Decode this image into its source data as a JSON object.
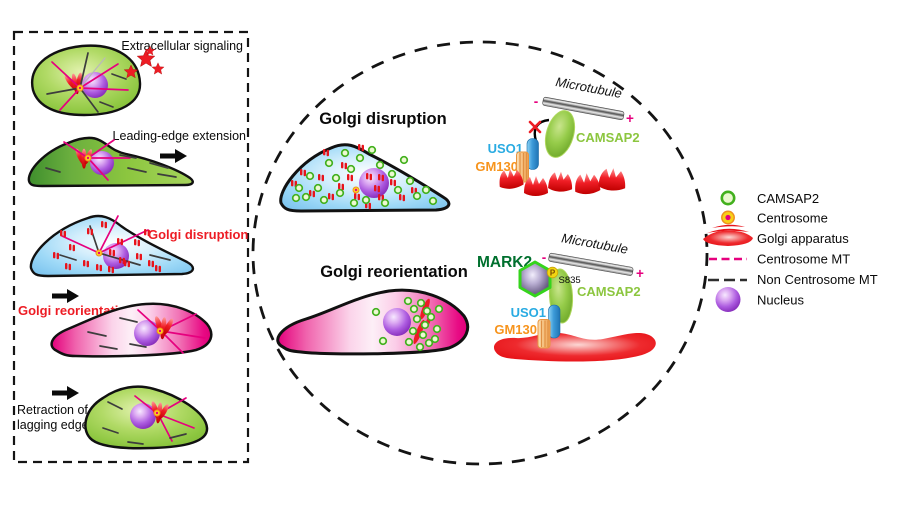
{
  "left_panel": {
    "steps": [
      {
        "label": "Extracellular signaling",
        "label_color": "#0a0a0a"
      },
      {
        "label": "Leading-edge extension",
        "label_color": "#0a0a0a"
      },
      {
        "label": "Golgi disruption",
        "label_color": "#ed1c24"
      },
      {
        "label": "Golgi reorientation",
        "label_color": "#ed1c24"
      },
      {
        "label": "Retraction of lagging edge",
        "lines": [
          "Retraction of",
          "lagging edge"
        ],
        "label_color": "#0a0a0a"
      }
    ]
  },
  "mechanism_circle": {
    "golgi_disruption": {
      "title": "Golgi disruption"
    },
    "golgi_reorientation": {
      "title": "Golgi reorientation"
    },
    "molecules": {
      "microtubule": "Microtubule",
      "camsap2": "CAMSAP2",
      "uso1": "USO1",
      "gm130": "GM130",
      "mark2": "MARK2",
      "phospho": "P",
      "phospho_site": "S835",
      "plus_end": "+",
      "minus_end": "-"
    },
    "molecule_colors": {
      "camsap2": "#8cc63f",
      "uso1": "#29abe2",
      "gm130": "#f7941d",
      "mark2": "#00702e",
      "mt_polarity": "#e6007e",
      "phospho_text": "#7a4a00"
    }
  },
  "legend": {
    "items": [
      {
        "icon": "camsap2-icon",
        "label": "CAMSAP2"
      },
      {
        "icon": "centrosome-icon",
        "label": "Centrosome"
      },
      {
        "icon": "golgi-apparatus-icon",
        "label": "Golgi apparatus"
      },
      {
        "icon": "centrosome-mt-icon",
        "label": "Centrosome MT"
      },
      {
        "icon": "non-centrosome-mt-icon",
        "label": "Non Centrosome MT"
      },
      {
        "icon": "nucleus-icon",
        "label": "Nucleus"
      }
    ]
  }
}
